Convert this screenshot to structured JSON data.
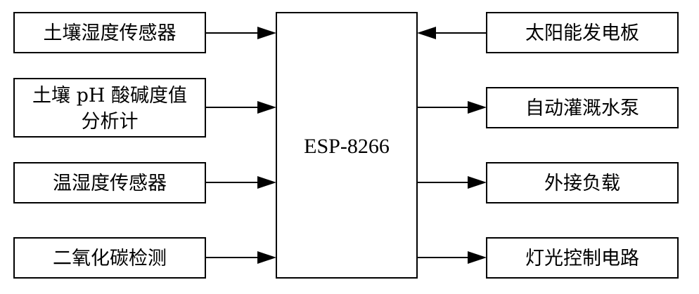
{
  "center": {
    "label": "ESP-8266"
  },
  "inputs": [
    {
      "lines": [
        "土壤湿度传感器"
      ]
    },
    {
      "lines": [
        "土壤 pH 酸碱度值",
        "分析计"
      ]
    },
    {
      "lines": [
        "温湿度传感器"
      ]
    },
    {
      "lines": [
        "二氧化碳检测"
      ]
    }
  ],
  "outputs": [
    {
      "lines": [
        "太阳能发电板"
      ],
      "direction": "into-center"
    },
    {
      "lines": [
        "自动灌溉水泵"
      ],
      "direction": "out-of-center"
    },
    {
      "lines": [
        "外接负载"
      ],
      "direction": "out-of-center"
    },
    {
      "lines": [
        "灯光控制电路"
      ],
      "direction": "out-of-center"
    }
  ],
  "colors": {
    "stroke": "#000000",
    "background": "#ffffff"
  }
}
